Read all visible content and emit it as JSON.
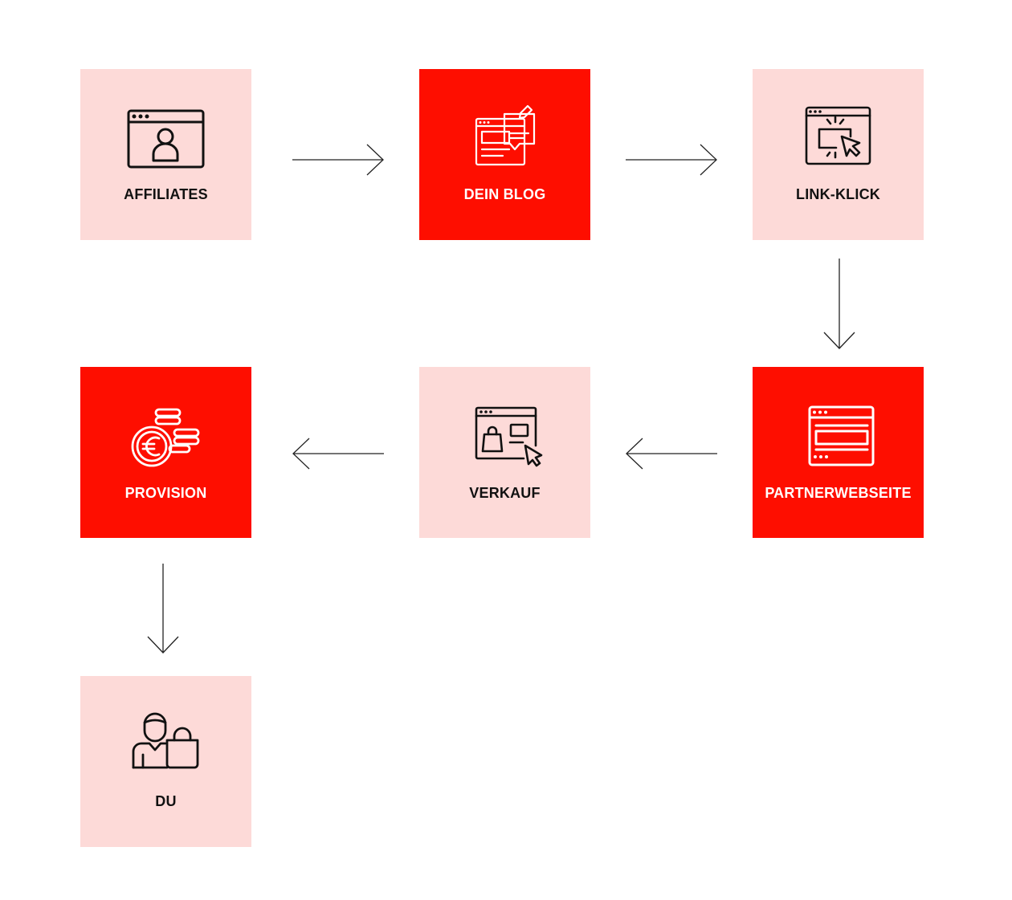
{
  "nodes": {
    "affiliates": {
      "label": "AFFILIATES"
    },
    "blog": {
      "label": "DEIN BLOG"
    },
    "link_click": {
      "label": "LINK-KLICK"
    },
    "partner": {
      "label": "PARTNERWEBSEITE"
    },
    "verkauf": {
      "label": "VERKAUF"
    },
    "provision": {
      "label": "PROVISION"
    },
    "du": {
      "label": "DU"
    }
  },
  "icons": {
    "affiliates": "browser-user-icon",
    "blog": "blog-edit-icon",
    "link_click": "cursor-click-icon",
    "partner": "browser-window-icon",
    "verkauf": "shop-browser-icon",
    "provision": "euro-coins-icon",
    "du": "shopper-icon"
  },
  "colors": {
    "light_box": "#fddad8",
    "dark_box": "#fe0e00",
    "line": "#111111"
  }
}
